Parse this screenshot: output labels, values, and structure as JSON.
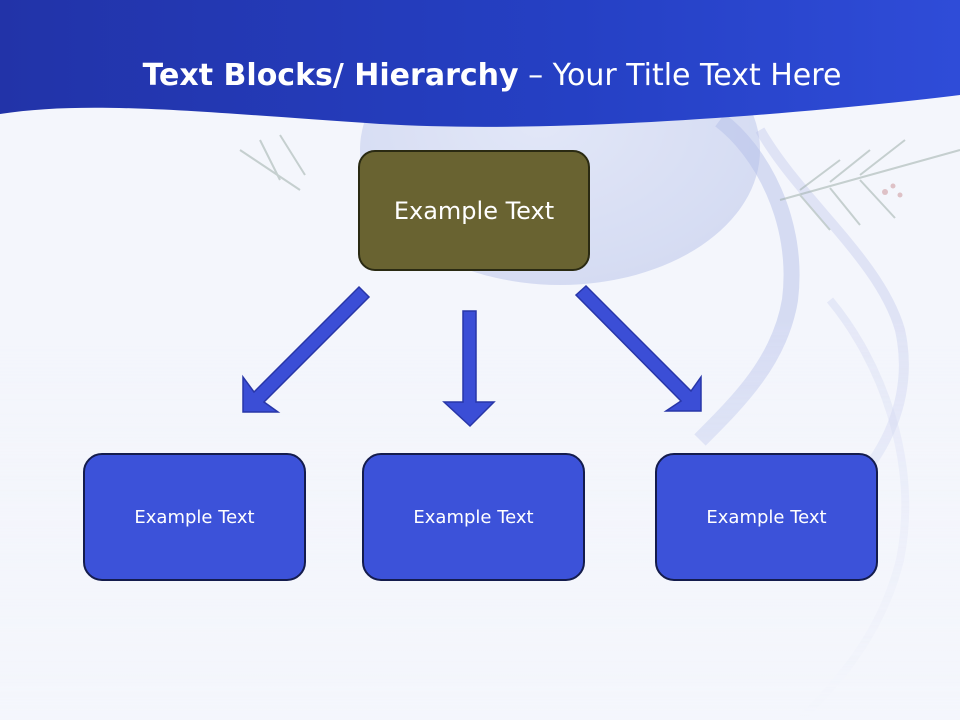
{
  "slide": {
    "title_bold": "Text Blocks/ Hierarchy",
    "title_rest": " – Your Title Text Here"
  },
  "diagram": {
    "root": {
      "label": "Example Text"
    },
    "children": [
      {
        "label": "Example Text"
      },
      {
        "label": "Example Text"
      },
      {
        "label": "Example Text"
      }
    ]
  },
  "colors": {
    "header_blue": "#2338b8",
    "root_fill": "#696331",
    "child_fill": "#3c52d9",
    "arrow_fill": "#3b4ed6"
  }
}
